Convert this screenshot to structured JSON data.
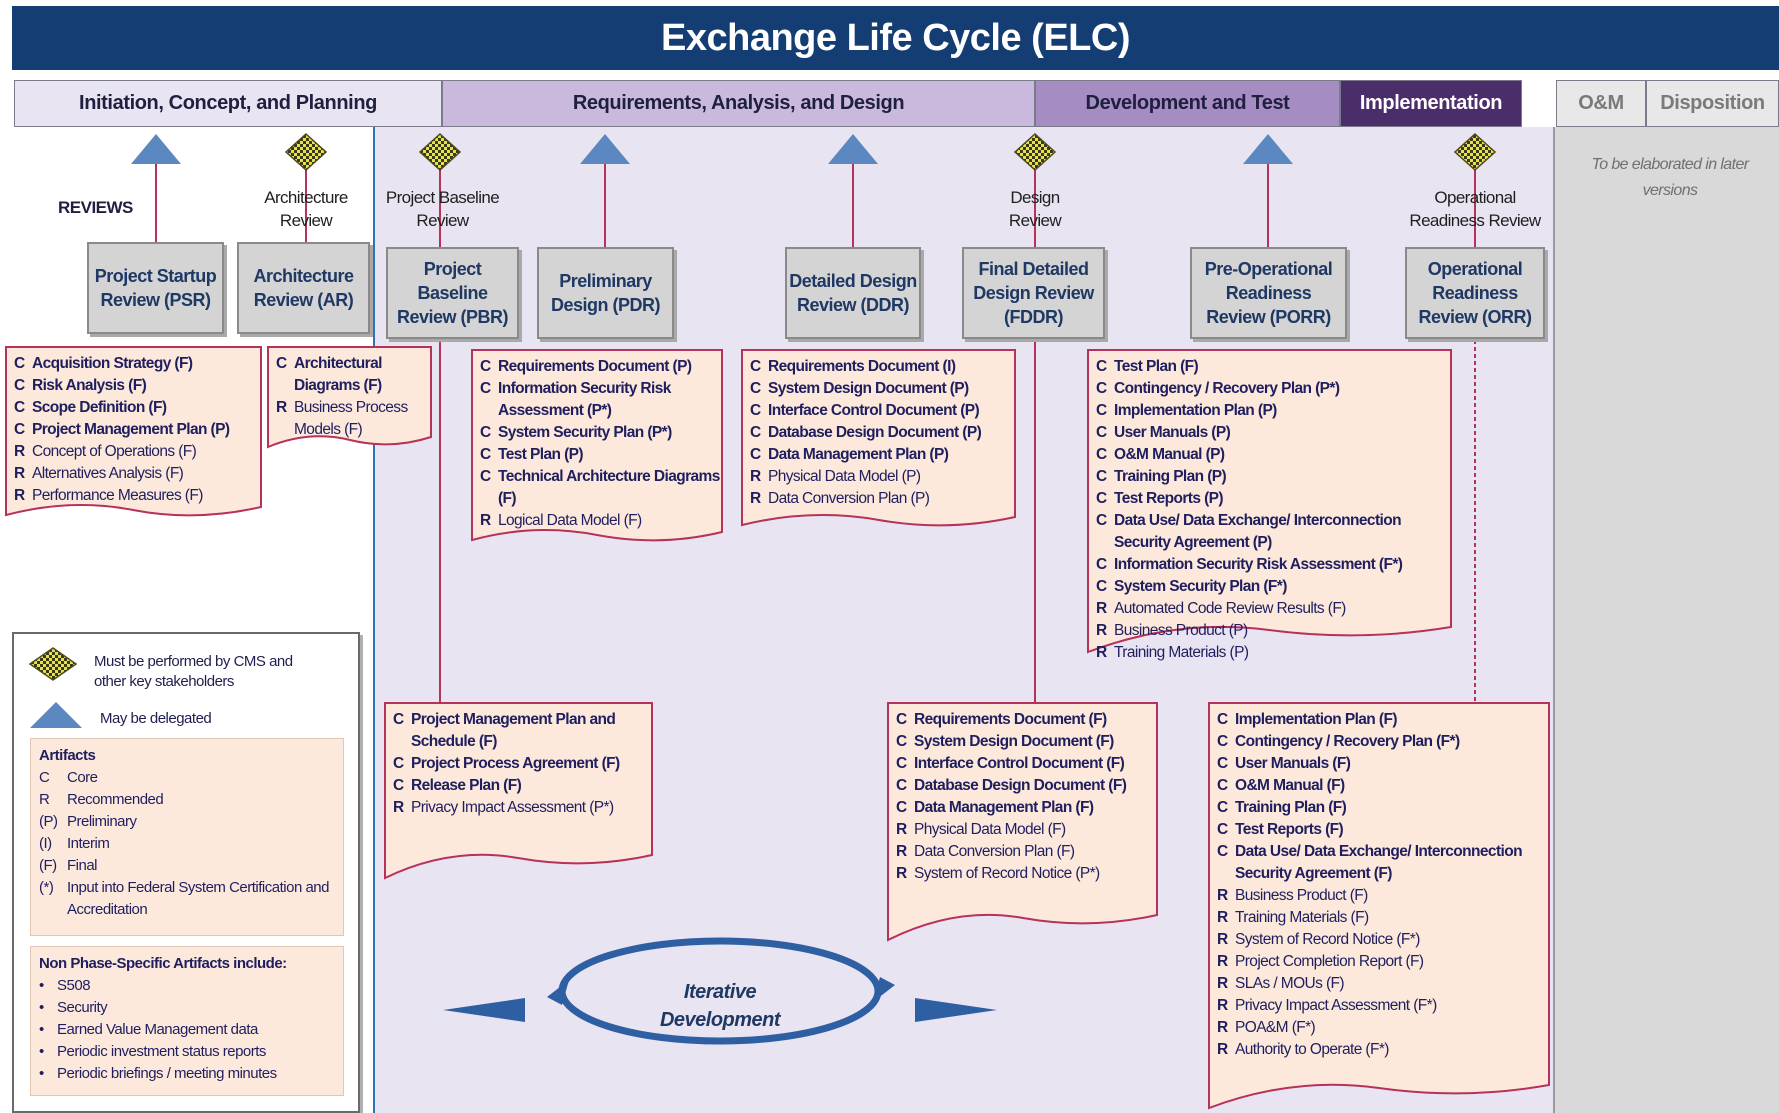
{
  "title": "Exchange Life Cycle (ELC)",
  "phases": [
    {
      "label": "Initiation, Concept, and Planning",
      "bg": "#e9e4f1",
      "fg": "#1f1f3f"
    },
    {
      "label": "Requirements, Analysis, and Design",
      "bg": "#c9b9dc",
      "fg": "#1f1f3f"
    },
    {
      "label": "Development and Test",
      "bg": "#a58cc2",
      "fg": "#1f1f3f"
    },
    {
      "label": "Implementation",
      "bg": "#4b2d6a",
      "fg": "#ffffff"
    },
    {
      "label": "O&M",
      "bg": "#e8e8e8",
      "fg": "#7a7a7a"
    },
    {
      "label": "Disposition",
      "bg": "#e8e8e8",
      "fg": "#7a7a7a"
    }
  ],
  "reviews_label": "REVIEWS",
  "gate_labels": {
    "architecture": "Architecture Review",
    "project_baseline": "Project Baseline Review",
    "design": "Design Review",
    "operational_readiness": "Operational Readiness Review"
  },
  "review_boxes": {
    "psr": "Project Startup Review (PSR)",
    "ar": "Architecture Review (AR)",
    "pbr": "Project Baseline Review (PBR)",
    "pdr": "Preliminary Design (PDR)",
    "ddr": "Detailed Design Review (DDR)",
    "fddr": "Final Detailed Design Review (FDDR)",
    "porr": "Pre-Operational Readiness Review (PORR)",
    "orr": "Operational Readiness Review (ORR)"
  },
  "artifact_lists": {
    "psr": [
      {
        "code": "C",
        "text": "Acquisition Strategy (F)"
      },
      {
        "code": "C",
        "text": "Risk Analysis (F)"
      },
      {
        "code": "C",
        "text": "Scope Definition (F)"
      },
      {
        "code": "C",
        "text": "Project Management Plan (P)"
      },
      {
        "code": "R",
        "text": "Concept of Operations (F)"
      },
      {
        "code": "R",
        "text": "Alternatives Analysis (F)"
      },
      {
        "code": "R",
        "text": "Performance Measures (F)"
      }
    ],
    "ar": [
      {
        "code": "C",
        "text": "Architectural Diagrams (F)"
      },
      {
        "code": "R",
        "text": "Business Process Models (F)"
      }
    ],
    "pdr": [
      {
        "code": "C",
        "text": "Requirements Document (P)"
      },
      {
        "code": "C",
        "text": "Information Security Risk Assessment (P*)"
      },
      {
        "code": "C",
        "text": "System Security Plan (P*)"
      },
      {
        "code": "C",
        "text": "Test Plan (P)"
      },
      {
        "code": "C",
        "text": "Technical Architecture Diagrams (F)"
      },
      {
        "code": "R",
        "text": "Logical Data Model (F)"
      }
    ],
    "ddr": [
      {
        "code": "C",
        "text": "Requirements Document (I)"
      },
      {
        "code": "C",
        "text": "System Design Document (P)"
      },
      {
        "code": "C",
        "text": "Interface Control Document (P)"
      },
      {
        "code": "C",
        "text": "Database Design Document (P)"
      },
      {
        "code": "C",
        "text": "Data Management Plan (P)"
      },
      {
        "code": "R",
        "text": "Physical Data Model (P)"
      },
      {
        "code": "R",
        "text": "Data Conversion Plan (P)"
      }
    ],
    "porr": [
      {
        "code": "C",
        "text": "Test Plan (F)"
      },
      {
        "code": "C",
        "text": "Contingency / Recovery Plan (P*)"
      },
      {
        "code": "C",
        "text": "Implementation Plan (P)"
      },
      {
        "code": "C",
        "text": "User Manuals (P)"
      },
      {
        "code": "C",
        "text": "O&M Manual (P)"
      },
      {
        "code": "C",
        "text": "Training Plan (P)"
      },
      {
        "code": "C",
        "text": "Test Reports (P)"
      },
      {
        "code": "C",
        "text": "Data Use/ Data Exchange/ Interconnection Security Agreement (P)"
      },
      {
        "code": "C",
        "text": "Information Security Risk Assessment (F*)"
      },
      {
        "code": "C",
        "text": "System Security Plan (F*)"
      },
      {
        "code": "R",
        "text": "Automated Code Review Results (F)"
      },
      {
        "code": "R",
        "text": "Business Product (P)"
      },
      {
        "code": "R",
        "text": "Training Materials (P)"
      }
    ],
    "pbr": [
      {
        "code": "C",
        "text": "Project Management Plan and Schedule (F)"
      },
      {
        "code": "C",
        "text": "Project Process Agreement (F)"
      },
      {
        "code": "C",
        "text": "Release Plan (F)"
      },
      {
        "code": "R",
        "text": "Privacy Impact Assessment (P*)"
      }
    ],
    "fddr": [
      {
        "code": "C",
        "text": "Requirements Document (F)"
      },
      {
        "code": "C",
        "text": "System Design Document (F)"
      },
      {
        "code": "C",
        "text": "Interface Control Document (F)"
      },
      {
        "code": "C",
        "text": "Database Design Document (F)"
      },
      {
        "code": "C",
        "text": "Data Management Plan (F)"
      },
      {
        "code": "R",
        "text": "Physical Data Model (F)"
      },
      {
        "code": "R",
        "text": "Data Conversion Plan (F)"
      },
      {
        "code": "R",
        "text": "System of Record Notice (P*)"
      }
    ],
    "orr": [
      {
        "code": "C",
        "text": "Implementation Plan (F)"
      },
      {
        "code": "C",
        "text": "Contingency / Recovery Plan (F*)"
      },
      {
        "code": "C",
        "text": "User Manuals (F)"
      },
      {
        "code": "C",
        "text": "O&M Manual (F)"
      },
      {
        "code": "C",
        "text": "Training Plan (F)"
      },
      {
        "code": "C",
        "text": "Test Reports (F)"
      },
      {
        "code": "C",
        "text": "Data Use/ Data Exchange/ Interconnection Security Agreement (F)"
      },
      {
        "code": "R",
        "text": "Business Product (F)"
      },
      {
        "code": "R",
        "text": "Training Materials (F)"
      },
      {
        "code": "R",
        "text": "System of Record Notice (F*)"
      },
      {
        "code": "R",
        "text": "Project Completion Report (F)"
      },
      {
        "code": "R",
        "text": "SLAs / MOUs (F)"
      },
      {
        "code": "R",
        "text": "Privacy Impact Assessment (F*)"
      },
      {
        "code": "R",
        "text": "POA&M (F*)"
      },
      {
        "code": "R",
        "text": "Authority to Operate (F*)"
      }
    ]
  },
  "legend": {
    "diamond_text": "Must be performed by CMS and other key stakeholders",
    "triangle_text": "May be delegated",
    "artifacts_heading": "Artifacts",
    "artifact_codes": [
      {
        "code": "C",
        "meaning": "Core"
      },
      {
        "code": "R",
        "meaning": "Recommended"
      },
      {
        "code": "(P)",
        "meaning": "Preliminary"
      },
      {
        "code": "(I)",
        "meaning": "Interim"
      },
      {
        "code": "(F)",
        "meaning": "Final"
      },
      {
        "code": "(*)",
        "meaning": "Input into Federal System Certification and Accreditation"
      }
    ],
    "non_phase_heading": "Non Phase-Specific Artifacts include:",
    "non_phase_items": [
      "S508",
      "Security",
      "Earned Value Management data",
      "Periodic investment status reports",
      "Periodic briefings / meeting minutes"
    ]
  },
  "iterative_label": "Iterative Development",
  "om_note": "To be elaborated in later versions",
  "colors": {
    "title_bar": "#143d73",
    "triangle": "#5b88c0",
    "connector": "#b5325a",
    "artifact_fill": "#fde9dc",
    "artifact_border": "#b5325a"
  }
}
